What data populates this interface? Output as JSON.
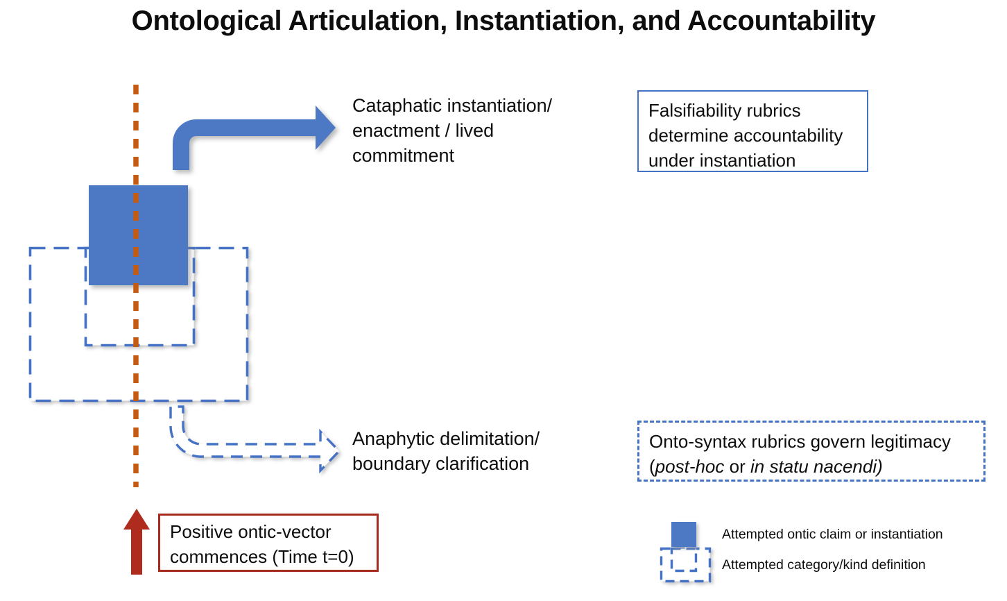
{
  "title": "Ontological Articulation, Instantiation, and Accountability",
  "colors": {
    "blue": "#4472C4",
    "blue_fill": "#4E79C4",
    "red": "#A42B1E",
    "orange": "#C55A11",
    "text": "#0D0D0D",
    "white": "#FFFFFF"
  },
  "diagram": {
    "cataphatic_label": {
      "lines": [
        "Cataphatic instantiation/",
        "enactment / lived",
        "commitment"
      ]
    },
    "anaphytic_label": {
      "lines": [
        "Anaphytic delimitation/",
        "boundary clarification"
      ]
    },
    "falsifiability_box": {
      "lines": [
        "Falsifiability rubrics",
        "determine accountability",
        "under instantiation"
      ]
    },
    "ontosyntax_box": {
      "line1": "Onto-syntax rubrics govern legitimacy",
      "line2_parts": [
        {
          "text": "(",
          "italic": false
        },
        {
          "text": "post-hoc",
          "italic": true
        },
        {
          "text": " or ",
          "italic": false
        },
        {
          "text": "in statu nacendi)",
          "italic": true
        }
      ]
    },
    "ontic_vector_box": {
      "lines": [
        "Positive ontic-vector",
        "commences (Time t=0)"
      ]
    },
    "shapes": {
      "ontic_claim_square": "solid-blue-square",
      "outer_category_rect": "dashed-blue-rectangle",
      "inner_category_rect": "dashed-blue-rectangle",
      "time_axis": "orange-dashed-vertical-line",
      "cataphatic_arrow": "solid-blue-elbow-arrow",
      "anaphytic_arrow": "dashed-blue-outline-elbow-arrow",
      "ontic_vector_arrow": "red-up-arrow"
    }
  },
  "legend": {
    "items": [
      {
        "icon": "solid-blue-square",
        "label": "Attempted ontic claim or instantiation"
      },
      {
        "icon": "dashed-blue-nested-boxes",
        "label": "Attempted category/kind definition"
      }
    ]
  }
}
